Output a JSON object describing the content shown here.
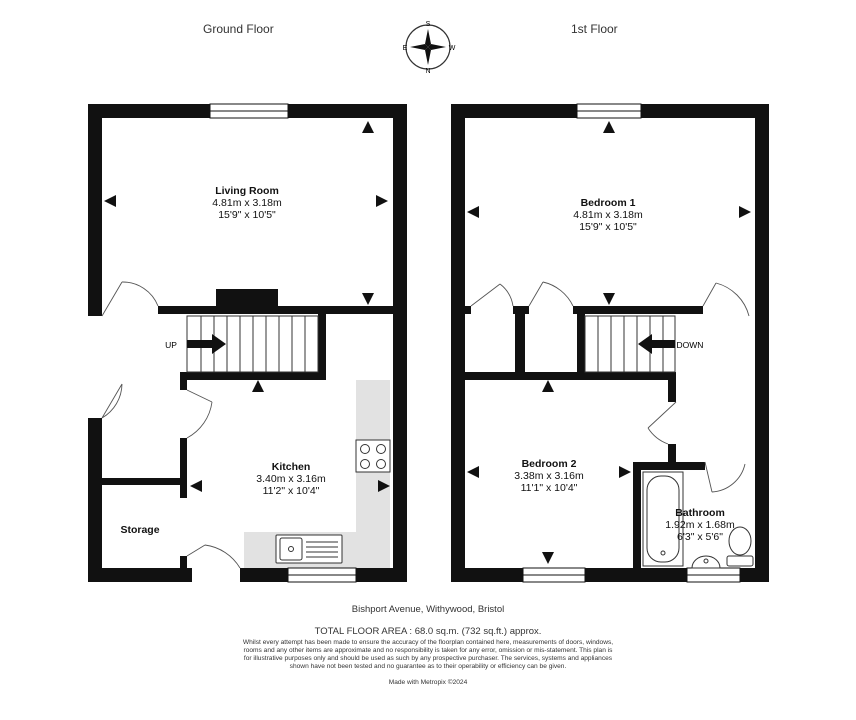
{
  "floors": {
    "ground": "Ground Floor",
    "first": "1st Floor"
  },
  "compass": {
    "n": "N",
    "s": "S",
    "e": "E",
    "w": "W"
  },
  "rooms": {
    "living": {
      "name": "Living Room",
      "metric": "4.81m  x 3.18m",
      "imperial": "15'9\"  x 10'5\""
    },
    "kitchen": {
      "name": "Kitchen",
      "metric": "3.40m  x 3.16m",
      "imperial": "11'2\"  x 10'4\""
    },
    "storage": {
      "name": "Storage"
    },
    "bed1": {
      "name": "Bedroom 1",
      "metric": "4.81m  x 3.18m",
      "imperial": "15'9\"  x 10'5\""
    },
    "bed2": {
      "name": "Bedroom 2",
      "metric": "3.38m  x 3.16m",
      "imperial": "11'1\"  x 10'4\""
    },
    "bath": {
      "name": "Bathroom",
      "metric": "1.92m  x 1.68m",
      "imperial": "6'3\"  x 5'6\""
    }
  },
  "stairs": {
    "up": "UP",
    "down": "DOWN"
  },
  "footer": {
    "address": "Bishport Avenue, Withywood, Bristol",
    "total_area": "TOTAL FLOOR AREA : 68.0 sq.m. (732 sq.ft.) approx.",
    "disclaimer": "Whilst every attempt has been made to ensure the accuracy of the floorplan contained here, measurements of doors, windows, rooms and any other items are approximate and no responsibility is taken for any error, omission or mis-statement. This plan is for illustrative purposes only and should be used as such by any prospective purchaser. The services, systems and appliances shown have not been tested and no guarantee as to their operability or efficiency can be given.",
    "made_with": "Made with Metropix ©2024"
  },
  "colors": {
    "wall": "#111111",
    "counter": "#e2e2e2",
    "line": "#555555"
  }
}
